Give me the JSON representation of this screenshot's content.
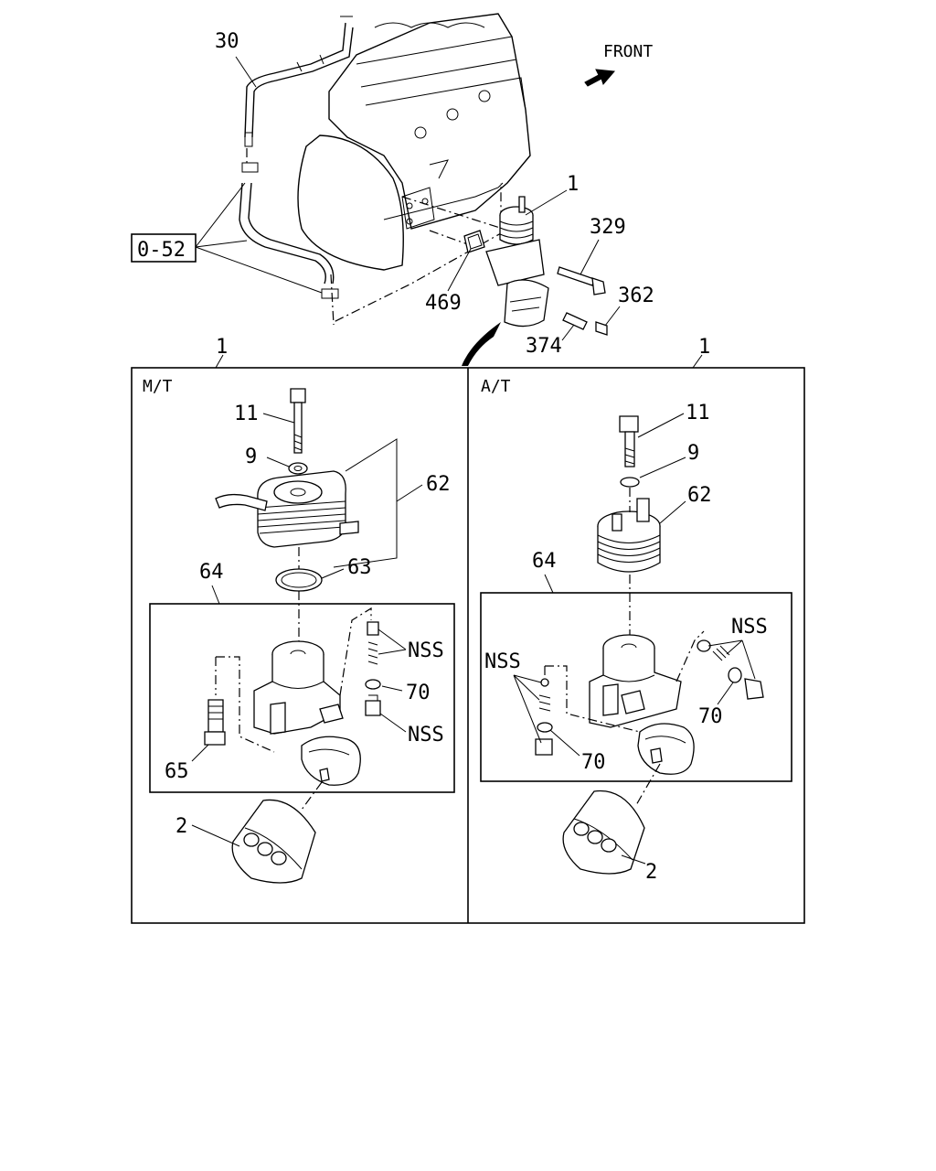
{
  "header": {
    "front_label": "FRONT",
    "ref_box": "0-52"
  },
  "top_callouts": {
    "c30": "30",
    "c1": "1",
    "c329": "329",
    "c469": "469",
    "c362": "362",
    "c374": "374"
  },
  "mt_panel": {
    "callout": "1",
    "title": "M/T",
    "c11": "11",
    "c9": "9",
    "c62": "62",
    "c63": "63",
    "c64": "64",
    "nss_top": "NSS",
    "c70": "70",
    "nss_bottom": "NSS",
    "c65": "65",
    "c2": "2"
  },
  "at_panel": {
    "callout": "1",
    "title": "A/T",
    "c11": "11",
    "c9": "9",
    "c62": "62",
    "c64": "64",
    "nss_right": "NSS",
    "nss_left": "NSS",
    "c70_right": "70",
    "c70_left": "70",
    "c2": "2"
  }
}
